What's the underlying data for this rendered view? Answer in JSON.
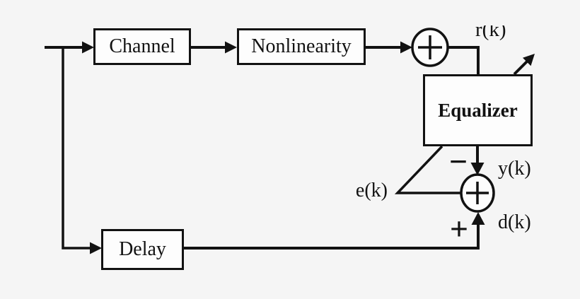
{
  "canvas": {
    "background": "#f5f5f5",
    "ink": "#121212",
    "box_fill": "#fdfdfd"
  },
  "blocks": {
    "channel": "Channel",
    "nonlinearity": "Nonlinearity",
    "equalizer": "Equalizer",
    "delay": "Delay"
  },
  "signals": {
    "received": "r(k)",
    "output": "y(k)",
    "error": "e(k)",
    "desired": "d(k)"
  },
  "operators": {
    "minus": "−",
    "plus": "+"
  },
  "summing_junctions": [
    {
      "name": "channel-noise-summer",
      "symbol": "+"
    },
    {
      "name": "error-summer",
      "symbol": "+",
      "top_input_sign": "−",
      "bottom_input_sign": "+"
    }
  ]
}
